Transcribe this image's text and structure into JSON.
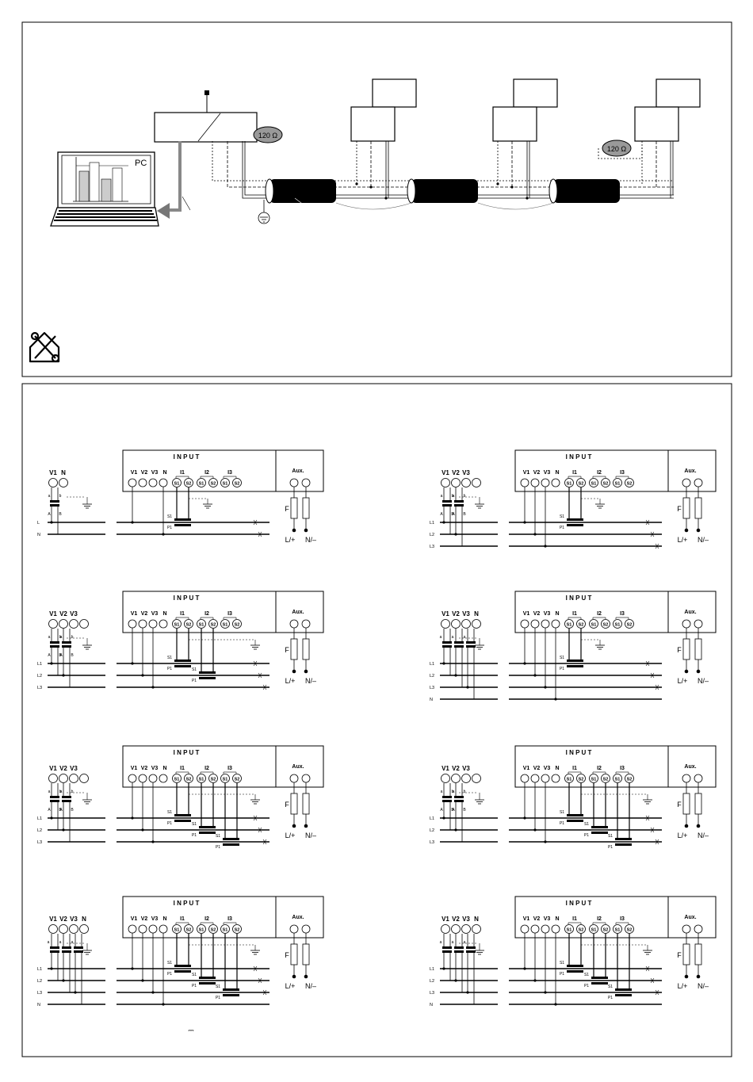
{
  "bus": {
    "pc_label": "PC",
    "resistor_label": "120 Ω",
    "resistor_end_label": "120 Ω"
  },
  "panel": {
    "input_label": "I N P U T",
    "aux_label": "Aux.",
    "fuse_label": "F",
    "aux_terminals": [
      "L/+",
      "N/–"
    ],
    "terminal_labels": [
      "V1",
      "V2",
      "V3",
      "N",
      "I1",
      "I2",
      "I3"
    ],
    "ct_pins": [
      "S1",
      "S2"
    ],
    "ct_primary": [
      "S1",
      "P1"
    ],
    "pt_primary": [
      "A",
      "B"
    ],
    "pt_secondary": [
      "a",
      "b"
    ]
  },
  "diagrams": [
    {
      "id": "d1",
      "meter_labels": [
        "V1",
        "N"
      ],
      "lines": [
        "L",
        "N"
      ],
      "pt": "single",
      "cts": 1
    },
    {
      "id": "d2",
      "meter_labels": [
        "V1",
        "V2",
        "V3"
      ],
      "lines": [
        "L1",
        "L2",
        "L3"
      ],
      "pt": "aron",
      "cts": 1
    },
    {
      "id": "d3",
      "meter_labels": [
        "V1",
        "V2",
        "V3"
      ],
      "lines": [
        "L1",
        "L2",
        "L3"
      ],
      "pt": "aron",
      "cts": 2
    },
    {
      "id": "d4",
      "meter_labels": [
        "V1",
        "V2",
        "V3",
        "N"
      ],
      "lines": [
        "L1",
        "L2",
        "L3",
        "N"
      ],
      "pt": "star",
      "cts": 1
    },
    {
      "id": "d5",
      "meter_labels": [
        "V1",
        "V2",
        "V3"
      ],
      "lines": [
        "L1",
        "L2",
        "L3"
      ],
      "pt": "aron",
      "cts": 3
    },
    {
      "id": "d6",
      "meter_labels": [
        "V1",
        "V2",
        "V3"
      ],
      "lines": [
        "L1",
        "L2",
        "L3"
      ],
      "pt": "aron",
      "cts": 3
    },
    {
      "id": "d7",
      "meter_labels": [
        "V1",
        "V2",
        "V3",
        "N"
      ],
      "lines": [
        "L1",
        "L2",
        "L3",
        "N"
      ],
      "pt": "star",
      "cts": 3
    },
    {
      "id": "d8",
      "meter_labels": [
        "V1",
        "V2",
        "V3",
        "N"
      ],
      "lines": [
        "L1",
        "L2",
        "L3",
        "N"
      ],
      "pt": "star",
      "cts": 3
    }
  ],
  "dc_symbol": "⎓"
}
